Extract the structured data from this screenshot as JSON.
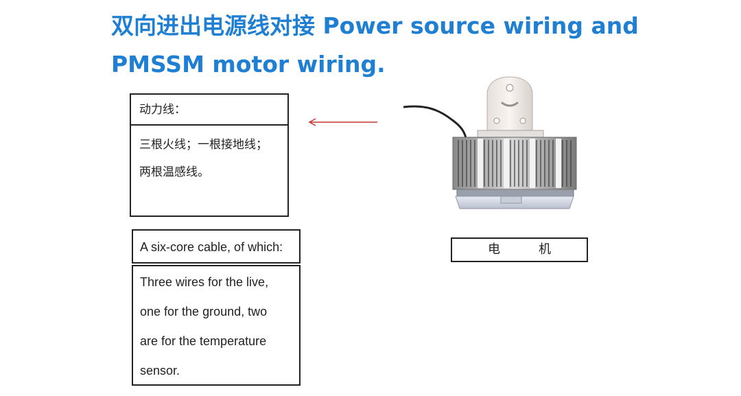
{
  "title": {
    "line1": "双向进出电源线对接 Power source wiring and",
    "line2": "PMSSM motor wiring."
  },
  "cn_box": {
    "heading": "动力线：",
    "lines": [
      "三根火线；一根接地线；",
      "两根温感线。"
    ]
  },
  "en_box": {
    "heading": "A six-core cable, of which:",
    "lines": [
      "Three wires for the live,",
      "one for the ground, two",
      "are for the temperature",
      "sensor."
    ]
  },
  "motor_label": {
    "char1": "电",
    "char2": "机"
  },
  "colors": {
    "title": "#1f7fd2",
    "arrow": "#c0392b",
    "border": "#222222"
  },
  "icons": {
    "arrow": "arrow-left-icon",
    "motor": "pmssm-motor-illustration"
  }
}
